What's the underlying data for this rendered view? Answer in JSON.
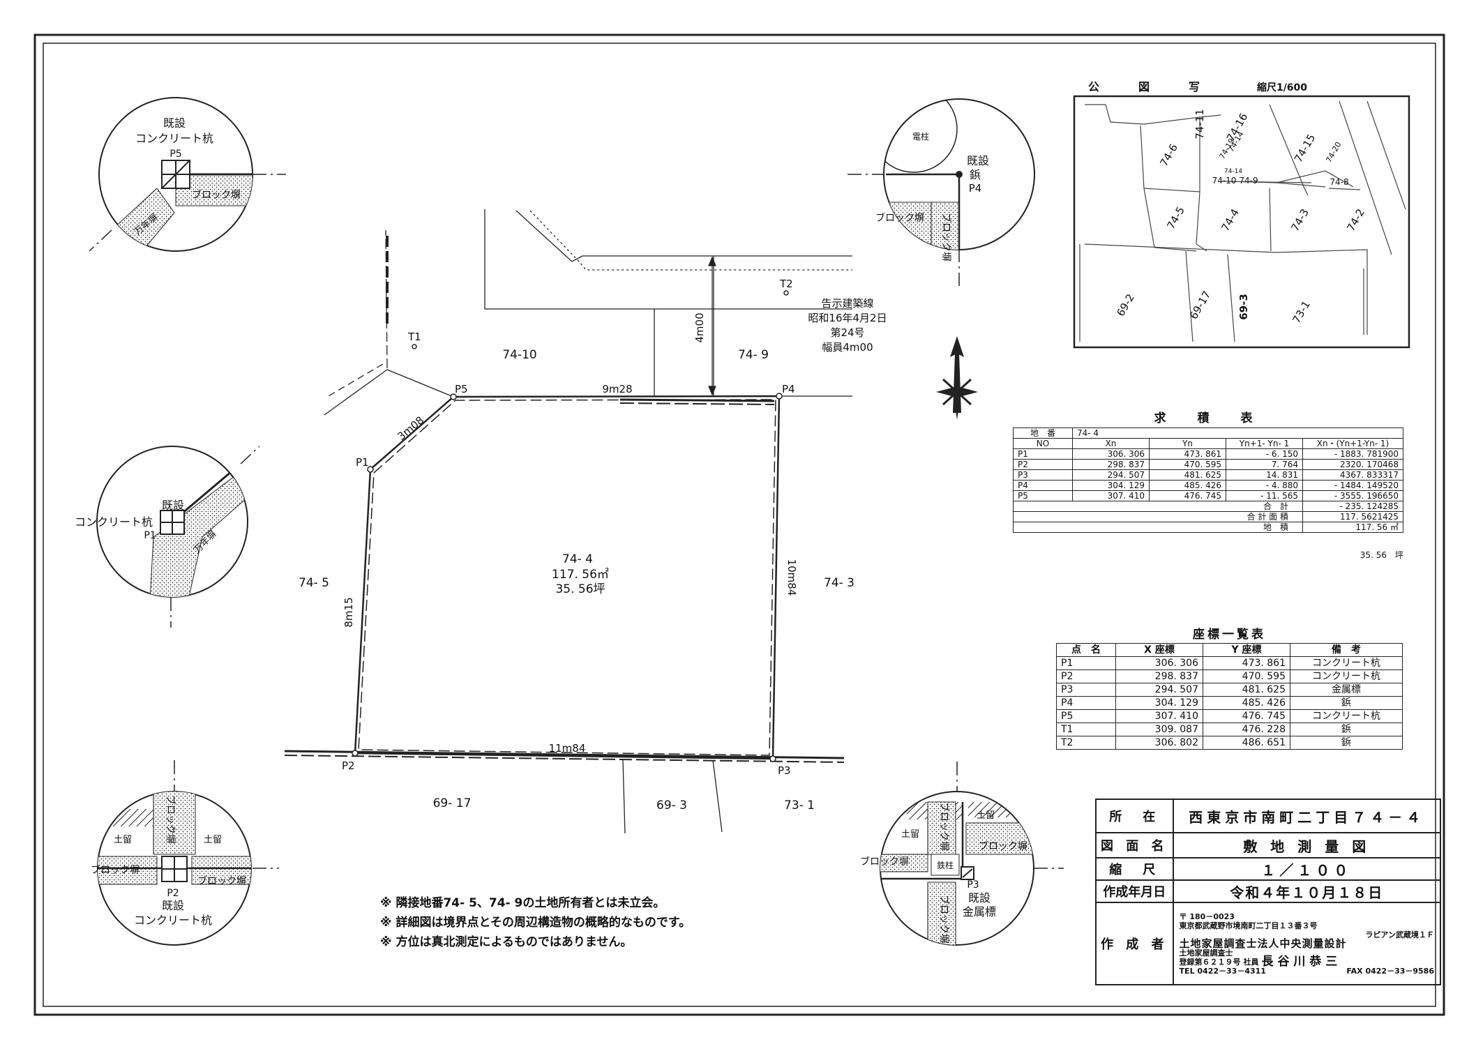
{
  "public_map": {
    "title": "公　図　写",
    "scale": "縮尺1/600",
    "labels": [
      "74-11",
      "74-16",
      "74-14",
      "74-19",
      "74-6",
      "74-15",
      "74-20",
      "74-14",
      "74-10",
      "74-9",
      "74-8",
      "74-5",
      "74-4",
      "74-3",
      "74-2",
      "69-2",
      "69-17",
      "69-3",
      "73-1"
    ]
  },
  "parcels": {
    "subject": {
      "id": "74- 4",
      "area_m2": "117. 56㎡",
      "area_tsubo": "35. 56坪"
    },
    "neighbors": [
      "74-10",
      "74- 9",
      "74- 5",
      "74- 3",
      "69- 17",
      "69- 3",
      "73- 1"
    ]
  },
  "points": [
    "P1",
    "P2",
    "P3",
    "P4",
    "P5",
    "T1",
    "T2"
  ],
  "dimensions": [
    "9m28",
    "3m08",
    "8m15",
    "10m84",
    "11m84",
    "4m00"
  ],
  "setback_note": [
    "告示建築線",
    "昭和16年4月2日",
    "第24号",
    "幅員4m00"
  ],
  "details": {
    "p5": {
      "label1": "既設",
      "label2": "コンクリート杭",
      "point": "P5",
      "wall": "ブロック塀",
      "curb": "万年塀"
    },
    "p1": {
      "label1": "既設",
      "label2": "コンクリート杭",
      "point": "P1",
      "curb": "万年塀"
    },
    "p4": {
      "pole": "電柱",
      "label1": "既設",
      "label2": "鋲",
      "point": "P4",
      "wall1": "ブロック塀",
      "wall2": "ブロック塀"
    },
    "p2": {
      "wall_v": "ブロック塀",
      "retain1": "土留",
      "retain2": "土留",
      "wall_l": "ブロック塀",
      "wall_r": "ブロック塀",
      "point": "P2",
      "label1": "既設",
      "label2": "コンクリート杭"
    },
    "p3": {
      "wall_v": "ブロック塀",
      "retain1": "土留",
      "retain2": "土留",
      "wall_r": "ブロック塀",
      "wall_l": "ブロック塀",
      "post": "鉄柱",
      "point": "P3",
      "label1": "既設",
      "label2": "金属標",
      "wall_b": "ブロック塀"
    }
  },
  "area_table": {
    "title": "求　積　表",
    "parcel_label": "地　番",
    "parcel": "74- 4",
    "headers": [
      "NO",
      "Xn",
      "Yn",
      "Yn+1- Yn- 1",
      "Xn・(Yn+1-Yn- 1)"
    ],
    "rows": [
      [
        "P1",
        "306. 306",
        "473. 861",
        "- 6. 150",
        "- 1883. 781900"
      ],
      [
        "P2",
        "298. 837",
        "470. 595",
        "7. 764",
        "2320. 170468"
      ],
      [
        "P3",
        "294. 507",
        "481. 625",
        "14. 831",
        "4367. 833317"
      ],
      [
        "P4",
        "304. 129",
        "485. 426",
        "- 4. 880",
        "- 1484. 149520"
      ],
      [
        "P5",
        "307. 410",
        "476. 745",
        "- 11. 565",
        "- 3555. 196650"
      ]
    ],
    "sum_label": "合　計",
    "sum": "- 235. 124285",
    "total_label": "合 計 面 積",
    "total": "117. 5621425",
    "land_label": "地　積",
    "land": "117. 56",
    "land_unit": "㎡",
    "tsubo": "35. 56",
    "tsubo_unit": "坪"
  },
  "coord_table": {
    "title": "座標一覧表",
    "headers": [
      "点　名",
      "X 座標",
      "Y 座標",
      "備　考"
    ],
    "rows": [
      [
        "P1",
        "306. 306",
        "473. 861",
        "コンクリート杭"
      ],
      [
        "P2",
        "298. 837",
        "470. 595",
        "コンクリート杭"
      ],
      [
        "P3",
        "294. 507",
        "481. 625",
        "金属標"
      ],
      [
        "P4",
        "304. 129",
        "485. 426",
        "鋲"
      ],
      [
        "P5",
        "307. 410",
        "476. 745",
        "コンクリート杭"
      ],
      [
        "T1",
        "309. 087",
        "476. 228",
        "鋲"
      ],
      [
        "T2",
        "306. 802",
        "486. 651",
        "鋲"
      ]
    ]
  },
  "notes": [
    "※ 隣接地番74- 5、74- 9の土地所有者とは未立会。",
    "※ 詳細図は境界点とその周辺構造物の概略的なものです。",
    "※ 方位は真北測定によるものではありません。"
  ],
  "title_block": {
    "location_label": "所　在",
    "location": "西東京市南町二丁目７４－４",
    "drawing_label": "図 面 名",
    "drawing": "敷 地 測 量 図",
    "scale_label": "縮　尺",
    "scale": "１／１００",
    "date_label": "作成年月日",
    "date": "令和４年１０月１８日",
    "author_label": "作 成 者",
    "postal": "〒 180－0023",
    "address": "東京都武蔵野市境南町二丁目１３番３号",
    "building": "ラピアン武蔵境１Ｆ",
    "firm": "土地家屋調査士法人中央測量設計",
    "reg1": "土地家屋調査士",
    "reg2": "登録第６２１９号",
    "rep_title": "社員",
    "name": "長 谷 川 恭 三",
    "tel": "TEL  0422－33－4311",
    "fax": "FAX  0422－33－9586"
  }
}
